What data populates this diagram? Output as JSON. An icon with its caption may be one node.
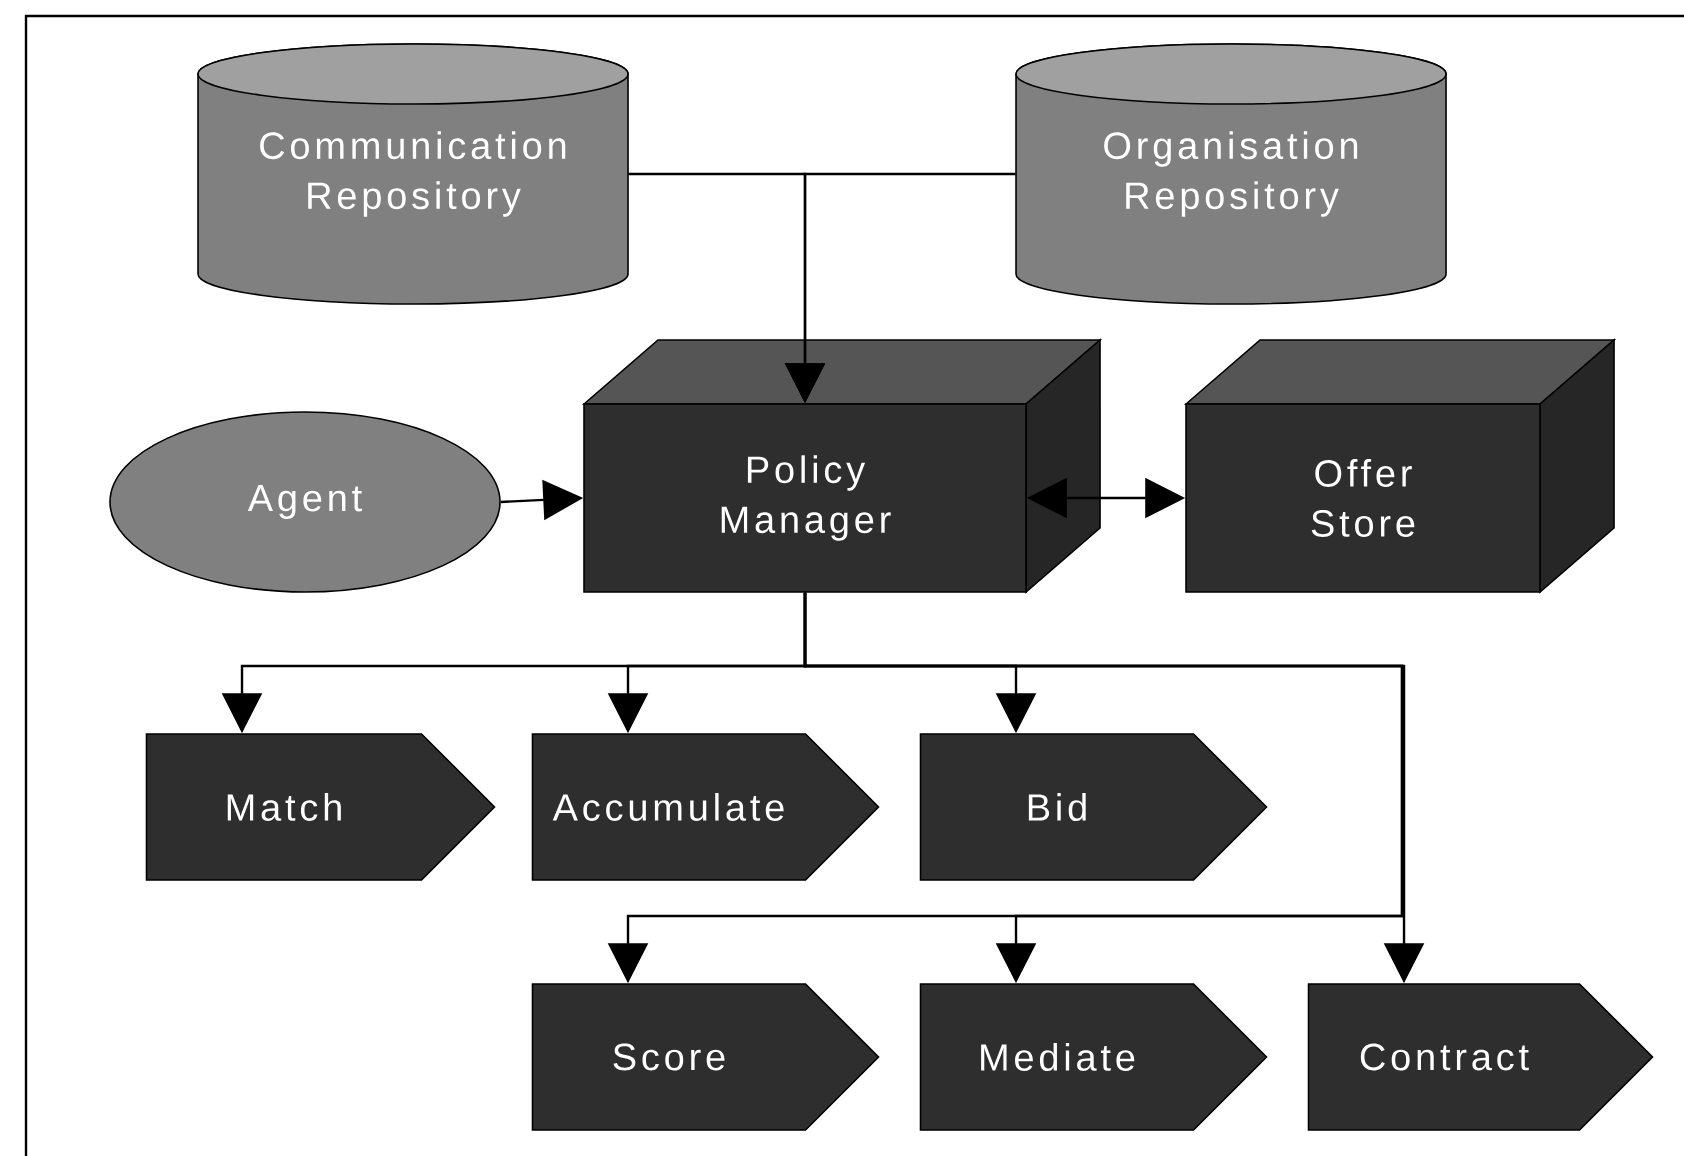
{
  "diagram": {
    "nodes": [
      {
        "text": [
          "Communication Repository"
        ]
      },
      {
        "text": [
          "Organisation Repository"
        ]
      },
      {
        "text": [
          "Agent"
        ]
      },
      {
        "text": [
          "Policy Manager"
        ]
      },
      {
        "text": [
          "Offer Store"
        ]
      },
      {
        "text": [
          "Match"
        ]
      },
      {
        "text": [
          "Accumulate"
        ]
      },
      {
        "text": [
          "Bid"
        ]
      },
      {
        "text": [
          "Score"
        ]
      },
      {
        "text": [
          "Mediate"
        ]
      },
      {
        "text": [
          "Contract"
        ]
      }
    ],
    "edges": [
      {
        "from": 0,
        "to": 3,
        "arrow": "to"
      },
      {
        "from": 1,
        "to": 3,
        "arrow": "to"
      },
      {
        "from": 2,
        "to": 3,
        "arrow": "to"
      },
      {
        "from": 3,
        "to": 4,
        "arrow": "both"
      },
      {
        "from": 3,
        "to": 5,
        "arrow": "to"
      },
      {
        "from": 3,
        "to": 6,
        "arrow": "to"
      },
      {
        "from": 3,
        "to": 7,
        "arrow": "to"
      },
      {
        "from": 3,
        "to": 10,
        "arrow": "to"
      },
      {
        "from": 3,
        "to": 8,
        "arrow": "to"
      },
      {
        "from": 3,
        "to": 9,
        "arrow": "to"
      }
    ]
  }
}
